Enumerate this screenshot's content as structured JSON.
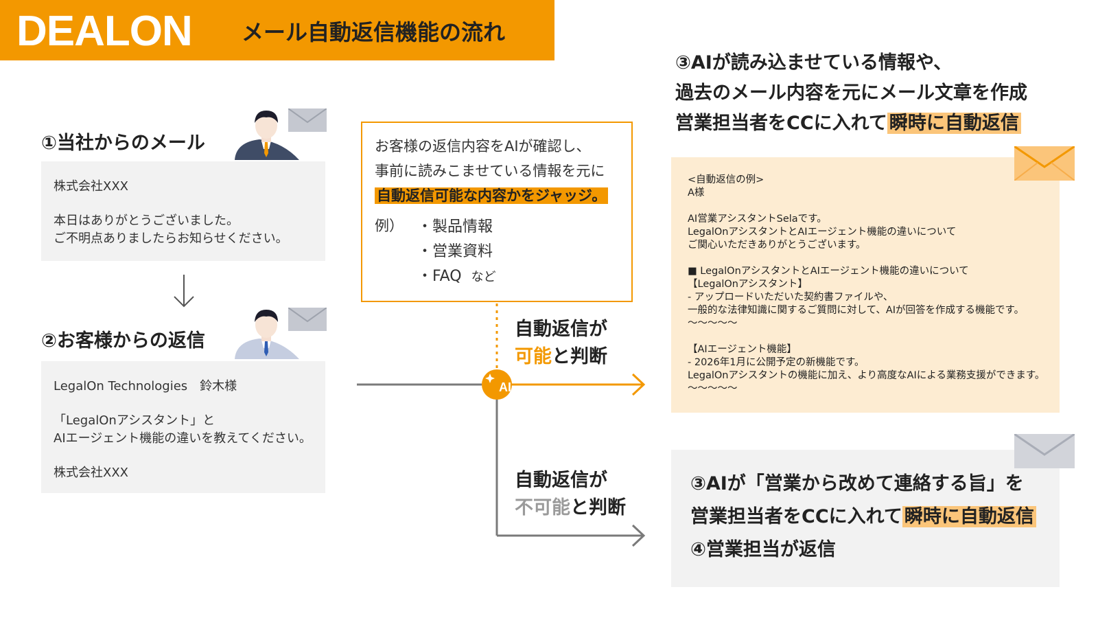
{
  "header": {
    "logo": "DEALON",
    "title": "メール自動返信機能の流れ"
  },
  "step1": {
    "title": "①当社からのメール",
    "company": "株式会社XXX",
    "body_lines": [
      "本日はありがとうございました。",
      "ご不明点ありましたらお知らせください。"
    ]
  },
  "step2": {
    "title": "②お客様からの返信",
    "greeting": "LegalOn Technologies　鈴木様",
    "body_lines": [
      "「LegalOnアシスタント」と",
      "AIエージェント機能の違いを教えてください。"
    ],
    "signature": "株式会社XXX"
  },
  "ai_check": {
    "lines": [
      "お客様の返信内容をAIが確認し、",
      "事前に読みこませている情報を元に"
    ],
    "highlight": "自動返信可能な内容かをジャッジ。",
    "example_label": "例）",
    "examples": [
      "・製品情報",
      "・営業資料",
      "・FAQ"
    ],
    "examples_suffix": "など"
  },
  "judge_ok": {
    "line1": "自動返信が",
    "highlight": "可能",
    "suffix": "と判断"
  },
  "judge_ng": {
    "line1": "自動返信が",
    "highlight": "不可能",
    "suffix": "と判断"
  },
  "step3_ok": {
    "lines": [
      "③AIが読み込ませている情報や、",
      "過去のメール内容を元にメール文章を作成"
    ],
    "line3_prefix": "営業担当者をCCに入れて",
    "line3_highlight": "瞬時に自動返信"
  },
  "auto_reply_example": {
    "label": "<自動返信の例>",
    "to": "A様",
    "intro": [
      "AI営業アシスタントSelaです。",
      "LegalOnアシスタントとAIエージェント機能の違いについて",
      "ご関心いただきありがとうございます。"
    ],
    "section_head": "■ LegalOnアシスタントとAIエージェント機能の違いについて",
    "assistant_title": "【LegalOnアシスタント】",
    "assistant_lines": [
      "- アップロードいただいた契約書ファイルや、",
      "一般的な法律知識に関するご質問に対して、AIが回答を作成する機能です。",
      "〜〜〜〜〜"
    ],
    "agent_title": "【AIエージェント機能】",
    "agent_lines": [
      "- 2026年1月に公開予定の新機能です。",
      "LegalOnアシスタントの機能に加え、より高度なAIによる業務支援ができます。",
      "〜〜〜〜〜"
    ]
  },
  "step3_ng": {
    "line1": "③AIが「営業から改めて連絡する旨」を",
    "line2_prefix": "営業担当者をCCに入れて",
    "line2_highlight": "瞬時に自動返信",
    "line3": "④営業担当が返信"
  },
  "ai_badge": "AI",
  "colors": {
    "accent": "#f39800",
    "highlight_soft": "#fbc57a",
    "gray_box": "#f2f2f2",
    "peach_box": "#fdecd2",
    "connector": "#7a7a7a"
  },
  "icons": [
    "person-icon",
    "envelope-icon",
    "down-arrow-icon",
    "ai-sparkle-icon",
    "arrow-right-icon"
  ]
}
